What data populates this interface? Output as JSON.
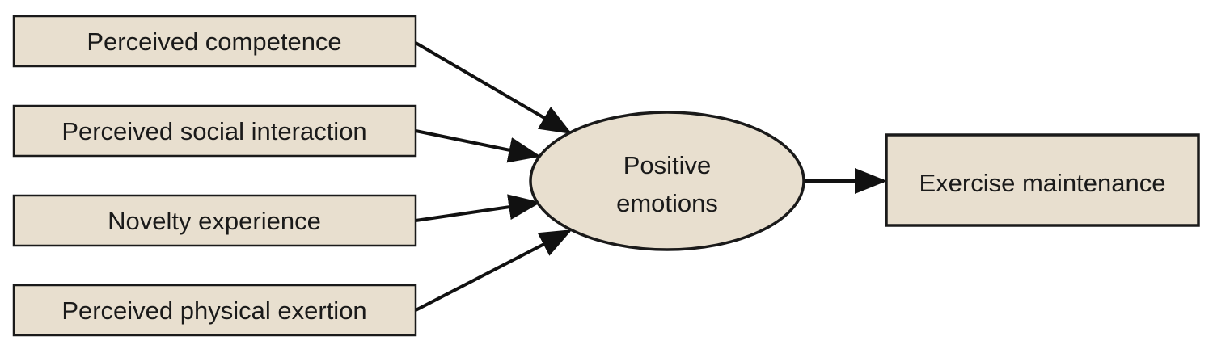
{
  "factors": [
    {
      "label": "Perceived competence"
    },
    {
      "label": "Perceived social interaction"
    },
    {
      "label": "Novelty experience"
    },
    {
      "label": "Perceived physical exertion"
    }
  ],
  "mediator": {
    "line1": "Positive",
    "line2": "emotions"
  },
  "outcome": {
    "label": "Exercise maintenance"
  },
  "colors": {
    "node_fill": "#e8dfcf",
    "stroke": "#1a1a1a"
  }
}
